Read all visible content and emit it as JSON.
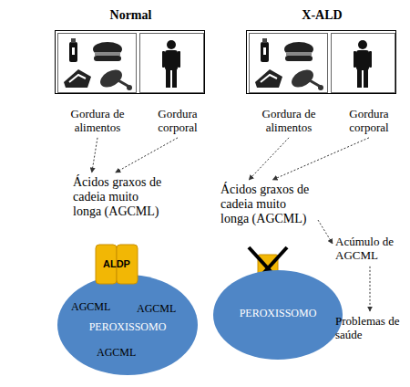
{
  "diagram": {
    "nodes": [
      {
        "text": [
          "Normal"
        ]
      },
      {
        "text": [
          "Gordura de alimentos"
        ],
        "in": 0
      },
      {
        "text": [
          "Gordura corporal"
        ],
        "in": 0
      },
      {
        "text": [
          "Ácidos graxos de cadeia muito longa (AGCML)"
        ]
      },
      {
        "text": [
          "ALDP"
        ]
      },
      {
        "text": [
          "AGCML",
          "AGCML",
          "PEROXISSOMO",
          "AGCML"
        ]
      },
      {
        "text": [
          "X-ALD"
        ]
      },
      {
        "text": [
          "Gordura de alimentos"
        ],
        "in": 6
      },
      {
        "text": [
          "Gordura corporal"
        ],
        "in": 6
      },
      {
        "text": [
          "Ácidos graxos de cadeia muito longa (AGCML)"
        ]
      },
      {
        "text": [
          "PEROXISSOMO"
        ]
      },
      {
        "text": [
          "Acúmulo de AGCML"
        ]
      },
      {
        "text": [
          "Problemas de saúde"
        ]
      }
    ],
    "edges": [
      {
        "from": 1,
        "to": 3,
        "arrow": "to"
      },
      {
        "from": 2,
        "to": 3,
        "arrow": "to"
      },
      {
        "from": 7,
        "to": 9,
        "arrow": "to"
      },
      {
        "from": 8,
        "to": 9,
        "arrow": "to"
      },
      {
        "from": 9,
        "to": 11,
        "arrow": "to"
      },
      {
        "from": 11,
        "to": 12,
        "arrow": "to"
      }
    ]
  }
}
